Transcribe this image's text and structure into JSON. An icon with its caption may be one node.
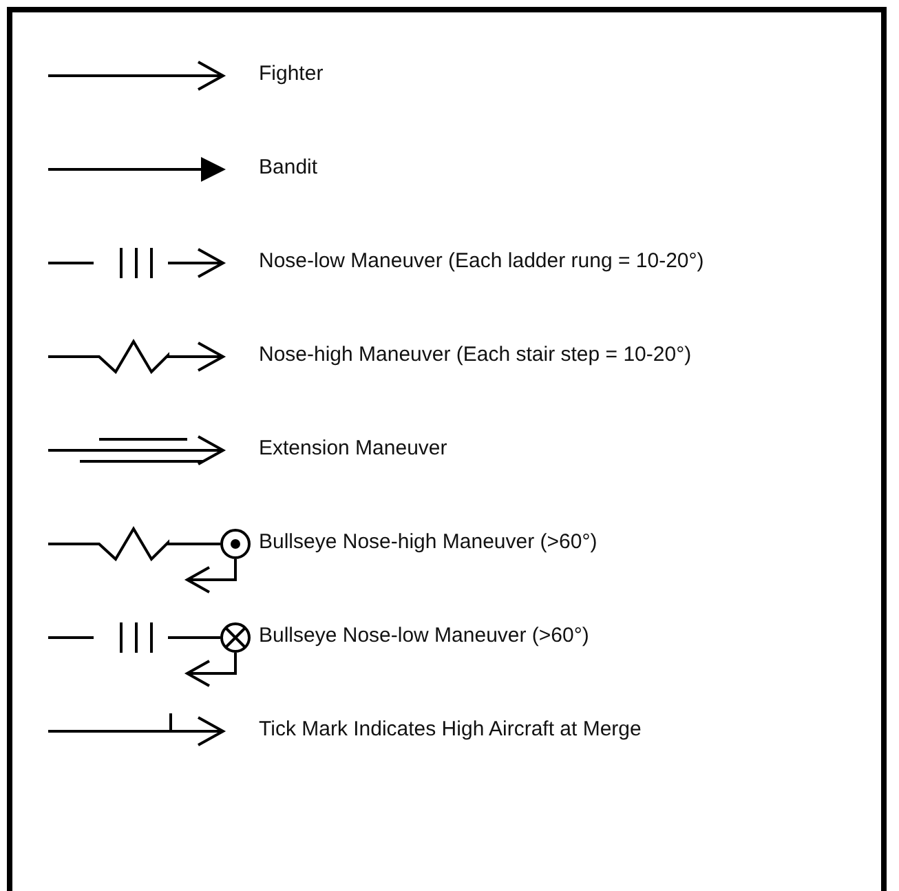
{
  "diagram": {
    "legend": [
      {
        "text": "Fighter"
      },
      {
        "text": "Bandit"
      },
      {
        "text": "Nose-low Maneuver (Each ladder rung = 10-20°)"
      },
      {
        "text": "Nose-high Maneuver (Each stair step = 10-20°)"
      },
      {
        "text": "Extension Maneuver"
      },
      {
        "text": "Bullseye Nose-high Maneuver (>60°)"
      },
      {
        "text": "Bullseye Nose-low Maneuver (>60°)"
      },
      {
        "text": "Tick Mark Indicates High Aircraft at Merge"
      }
    ]
  }
}
